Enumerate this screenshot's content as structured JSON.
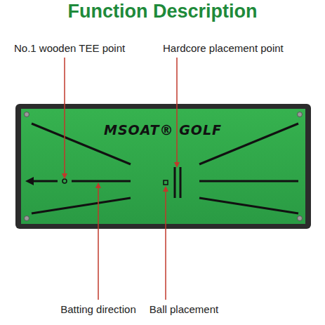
{
  "diagram": {
    "title": "Function Description",
    "labels": [
      "No.1 wooden TEE point",
      "Hardcore placement point",
      "MSOAT® GOLF",
      "Batting direction",
      "Ball placement"
    ]
  }
}
